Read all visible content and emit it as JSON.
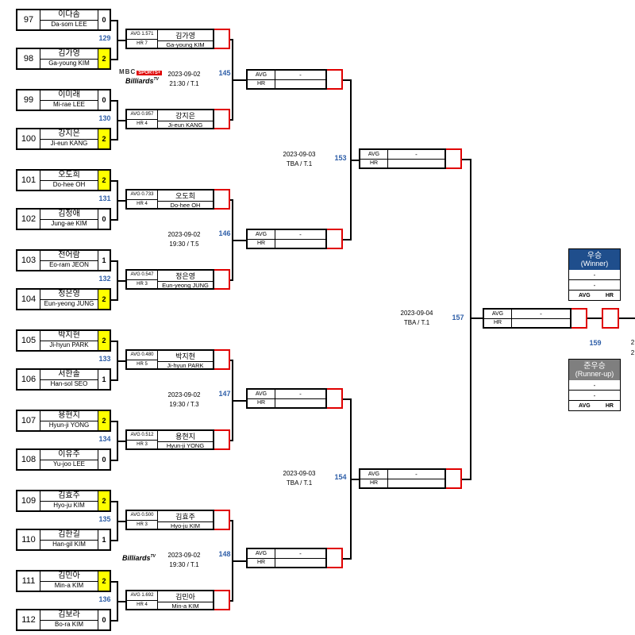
{
  "round1": [
    {
      "seed": "97",
      "ko": "이다솜",
      "en": "Da-som LEE",
      "score": "0",
      "win": false
    },
    {
      "seed": "98",
      "ko": "김가영",
      "en": "Ga-young KIM",
      "score": "2",
      "win": true
    },
    {
      "seed": "99",
      "ko": "이미래",
      "en": "Mi-rae LEE",
      "score": "0",
      "win": false
    },
    {
      "seed": "100",
      "ko": "강지은",
      "en": "Ji-eun KANG",
      "score": "2",
      "win": true
    },
    {
      "seed": "101",
      "ko": "오도희",
      "en": "Do-hee OH",
      "score": "2",
      "win": true
    },
    {
      "seed": "102",
      "ko": "김정애",
      "en": "Jung-ae KIM",
      "score": "0",
      "win": false
    },
    {
      "seed": "103",
      "ko": "전어람",
      "en": "Eo-ram JEON",
      "score": "1",
      "win": false
    },
    {
      "seed": "104",
      "ko": "정은영",
      "en": "Eun-yeong JUNG",
      "score": "2",
      "win": true
    },
    {
      "seed": "105",
      "ko": "박지현",
      "en": "Ji-hyun PARK",
      "score": "2",
      "win": true
    },
    {
      "seed": "106",
      "ko": "서한솔",
      "en": "Han-sol SEO",
      "score": "1",
      "win": false
    },
    {
      "seed": "107",
      "ko": "용현지",
      "en": "Hyun-ji YONG",
      "score": "2",
      "win": true
    },
    {
      "seed": "108",
      "ko": "이유주",
      "en": "Yu-joo LEE",
      "score": "0",
      "win": false
    },
    {
      "seed": "109",
      "ko": "김효주",
      "en": "Hyo-ju KIM",
      "score": "2",
      "win": true
    },
    {
      "seed": "110",
      "ko": "김한길",
      "en": "Han-gil KIM",
      "score": "1",
      "win": false
    },
    {
      "seed": "111",
      "ko": "김민아",
      "en": "Min-a KIM",
      "score": "2",
      "win": true
    },
    {
      "seed": "112",
      "ko": "김보라",
      "en": "Bo-ra KIM",
      "score": "0",
      "win": false
    }
  ],
  "round1_match_numbers": [
    "129",
    "130",
    "131",
    "132",
    "133",
    "134",
    "135",
    "136"
  ],
  "round2": [
    {
      "avg": "AVG 1.571",
      "hr": "HR 7",
      "ko": "김가영",
      "en": "Ga-young KIM"
    },
    {
      "avg": "AVG 0.957",
      "hr": "HR 4",
      "ko": "강지은",
      "en": "Ji-eun KANG"
    },
    {
      "avg": "AVG 0.733",
      "hr": "HR 4",
      "ko": "오도희",
      "en": "Do-hee OH"
    },
    {
      "avg": "AVG 0.547",
      "hr": "HR 3",
      "ko": "정은영",
      "en": "Eun-yeong JUNG"
    },
    {
      "avg": "AVG 0.480",
      "hr": "HR 5",
      "ko": "박지현",
      "en": "Ji-hyun PARK"
    },
    {
      "avg": "AVG 0.512",
      "hr": "HR 3",
      "ko": "용현지",
      "en": "Hyun-ji YONG"
    },
    {
      "avg": "AVG 0.500",
      "hr": "HR 3",
      "ko": "김효주",
      "en": "Hyo-ju KIM"
    },
    {
      "avg": "AVG 1.692",
      "hr": "HR 4",
      "ko": "김민아",
      "en": "Min-a KIM"
    }
  ],
  "round2_matches": [
    {
      "num": "145",
      "date": "2023-09-02",
      "time": "21:30 / T.1"
    },
    {
      "num": "146",
      "date": "2023-09-02",
      "time": "19:30 / T.5"
    },
    {
      "num": "147",
      "date": "2023-09-02",
      "time": "19:30 / T.3"
    },
    {
      "num": "148",
      "date": "2023-09-02",
      "time": "19:30 / T.1"
    }
  ],
  "semis_matches": [
    {
      "num": "153",
      "date": "2023-09-03",
      "time": "TBA / T.1"
    },
    {
      "num": "154",
      "date": "2023-09-03",
      "time": "TBA / T.1"
    }
  ],
  "final_match": {
    "num": "157",
    "date": "2023-09-04",
    "time": "TBA / T.1"
  },
  "final_partial": {
    "num": "159",
    "date_partial": "2",
    "time_partial": "2"
  },
  "box_labels": {
    "avg": "AVG",
    "hr": "HR",
    "empty": "-"
  },
  "winner": {
    "title": "우승",
    "subtitle": "(Winner)",
    "line1": "-",
    "line2": "-",
    "avg": "AVG",
    "hr": "HR",
    "color": "#1f4e8c"
  },
  "runnerup": {
    "title": "준우승",
    "subtitle": "(Runner-up)",
    "line1": "-",
    "line2": "-",
    "avg": "AVG",
    "hr": "HR",
    "color": "#7f7f7f"
  },
  "logos": {
    "mbc": "MBC",
    "sports": "SPORTS+",
    "billiards": "Billiards",
    "tv": "TV"
  },
  "colors": {
    "accent_red": "#e00000",
    "match_blue": "#2f5fa8",
    "winner_yellow": "#ffff00"
  }
}
